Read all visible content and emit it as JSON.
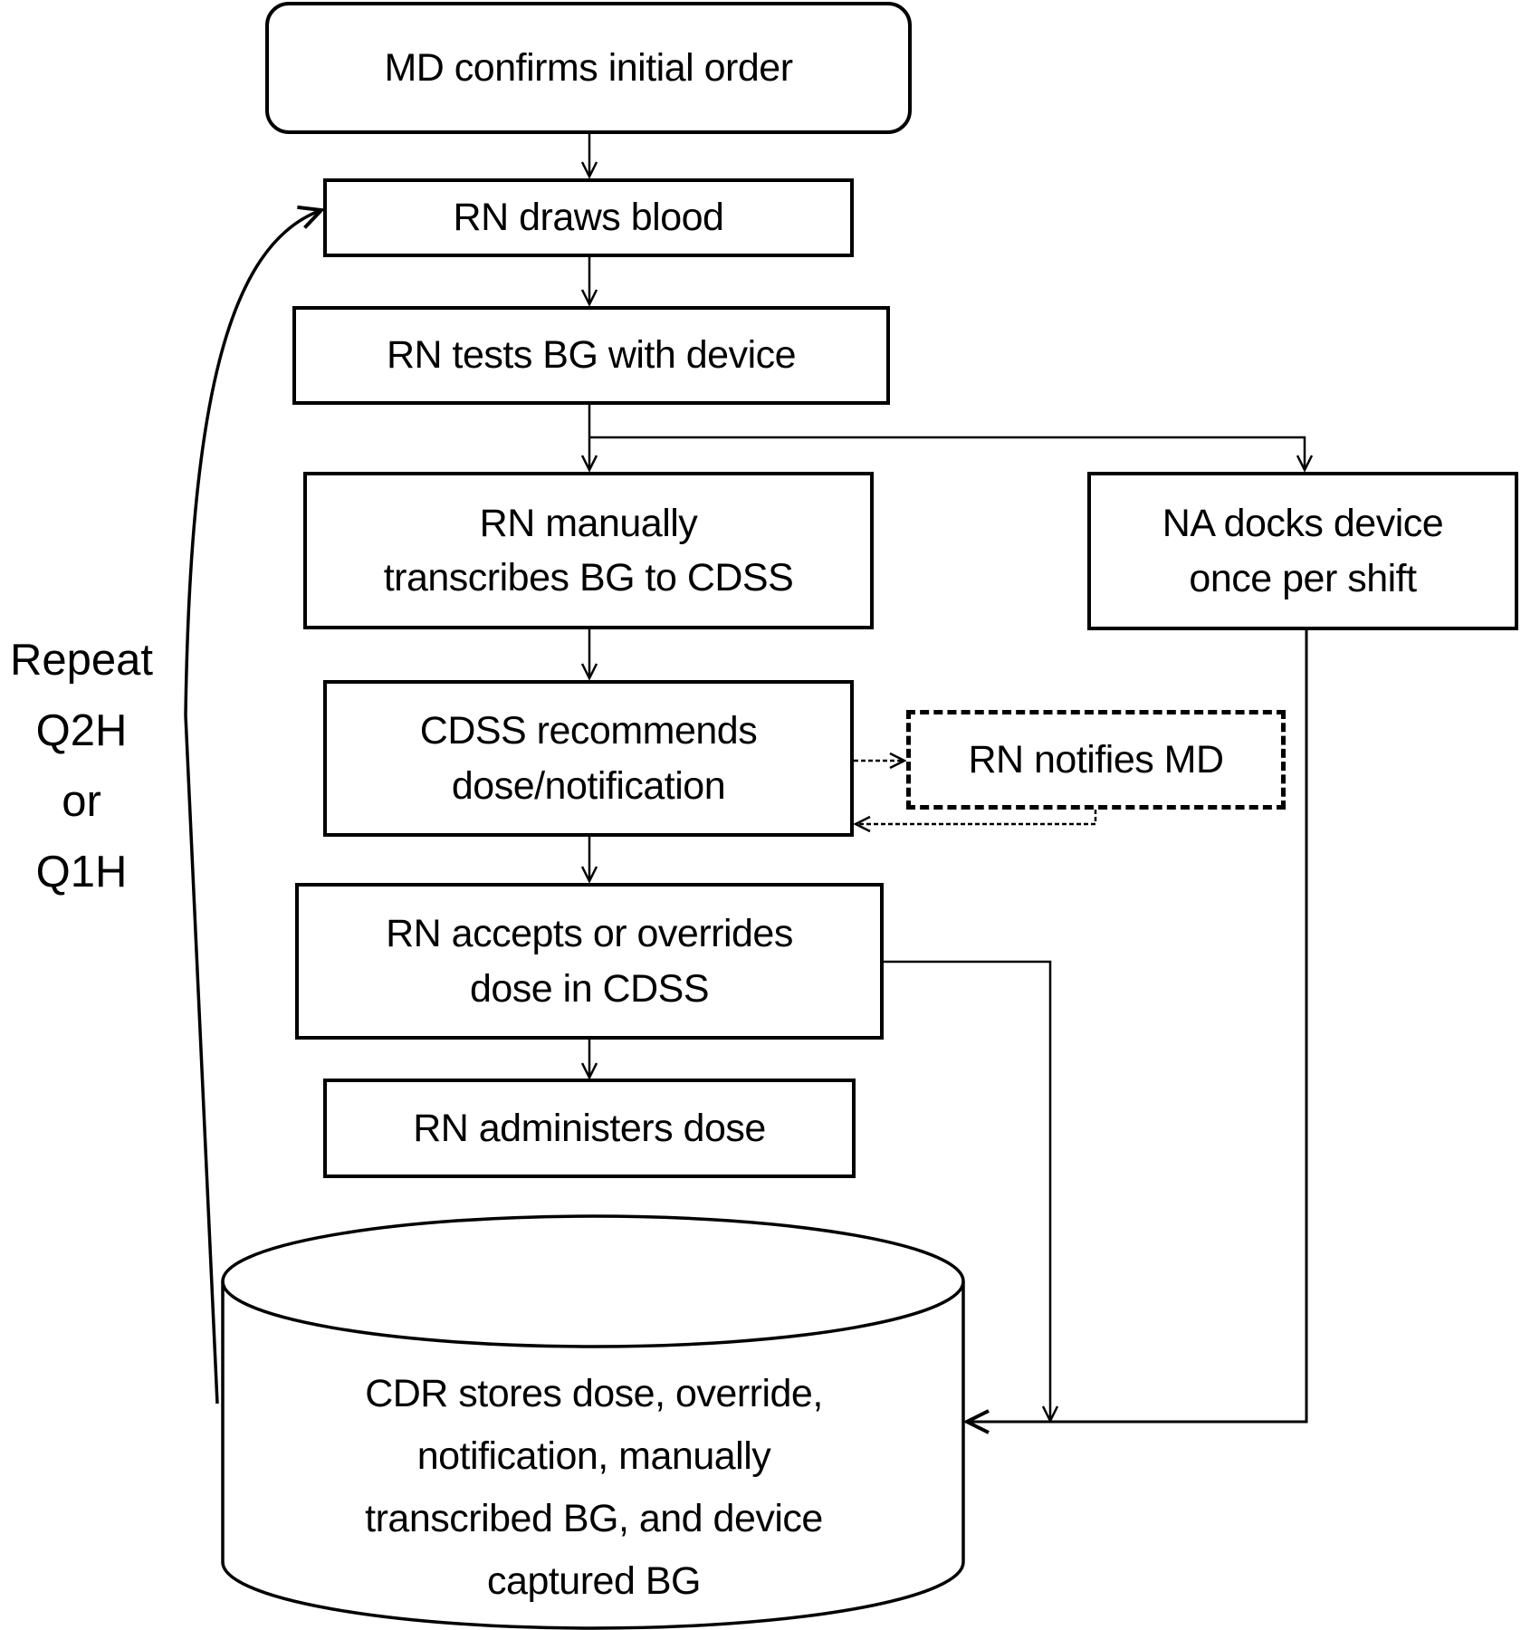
{
  "diagram": {
    "type": "flowchart",
    "nodes": {
      "md_confirms": {
        "label": "MD confirms initial order",
        "shape": "rounded-rectangle"
      },
      "rn_draws": {
        "label": "RN draws blood",
        "shape": "rectangle"
      },
      "rn_tests": {
        "label": "RN tests BG with device",
        "shape": "rectangle"
      },
      "rn_transcribes": {
        "lines": [
          "RN manually",
          "transcribes BG to CDSS"
        ],
        "shape": "rectangle"
      },
      "na_docks": {
        "lines": [
          "NA docks device",
          "once per shift"
        ],
        "shape": "rectangle"
      },
      "cdss_recommends": {
        "lines": [
          "CDSS recommends",
          "dose/notification"
        ],
        "shape": "rectangle"
      },
      "rn_notifies": {
        "label": "RN notifies MD",
        "shape": "dashed-rectangle"
      },
      "rn_accepts": {
        "lines": [
          "RN accepts or overrides",
          "dose in CDSS"
        ],
        "shape": "rectangle"
      },
      "rn_administers": {
        "label": "RN administers dose",
        "shape": "rectangle"
      },
      "cdr_stores": {
        "lines": [
          "CDR stores dose, override,",
          "notification, manually",
          "transcribed BG, and device",
          "captured BG"
        ],
        "shape": "cylinder"
      }
    },
    "loop_label": {
      "lines": [
        "Repeat",
        "Q2H",
        "or",
        "Q1H"
      ]
    },
    "edges": [
      {
        "from": "md_confirms",
        "to": "rn_draws",
        "style": "solid"
      },
      {
        "from": "rn_draws",
        "to": "rn_tests",
        "style": "solid"
      },
      {
        "from": "rn_tests",
        "to": "rn_transcribes",
        "style": "solid"
      },
      {
        "from": "rn_tests",
        "to": "na_docks",
        "style": "solid"
      },
      {
        "from": "rn_transcribes",
        "to": "cdss_recommends",
        "style": "solid"
      },
      {
        "from": "cdss_recommends",
        "to": "rn_notifies",
        "style": "dashed"
      },
      {
        "from": "rn_notifies",
        "to": "cdss_recommends",
        "style": "dashed"
      },
      {
        "from": "cdss_recommends",
        "to": "rn_accepts",
        "style": "solid"
      },
      {
        "from": "rn_accepts",
        "to": "rn_administers",
        "style": "solid"
      },
      {
        "from": "rn_accepts",
        "to": "cdr_stores",
        "style": "solid"
      },
      {
        "from": "na_docks",
        "to": "cdr_stores",
        "style": "solid"
      },
      {
        "from": "cdr_stores",
        "to": "rn_draws",
        "style": "solid",
        "label": "Repeat Q2H or Q1H"
      }
    ]
  }
}
